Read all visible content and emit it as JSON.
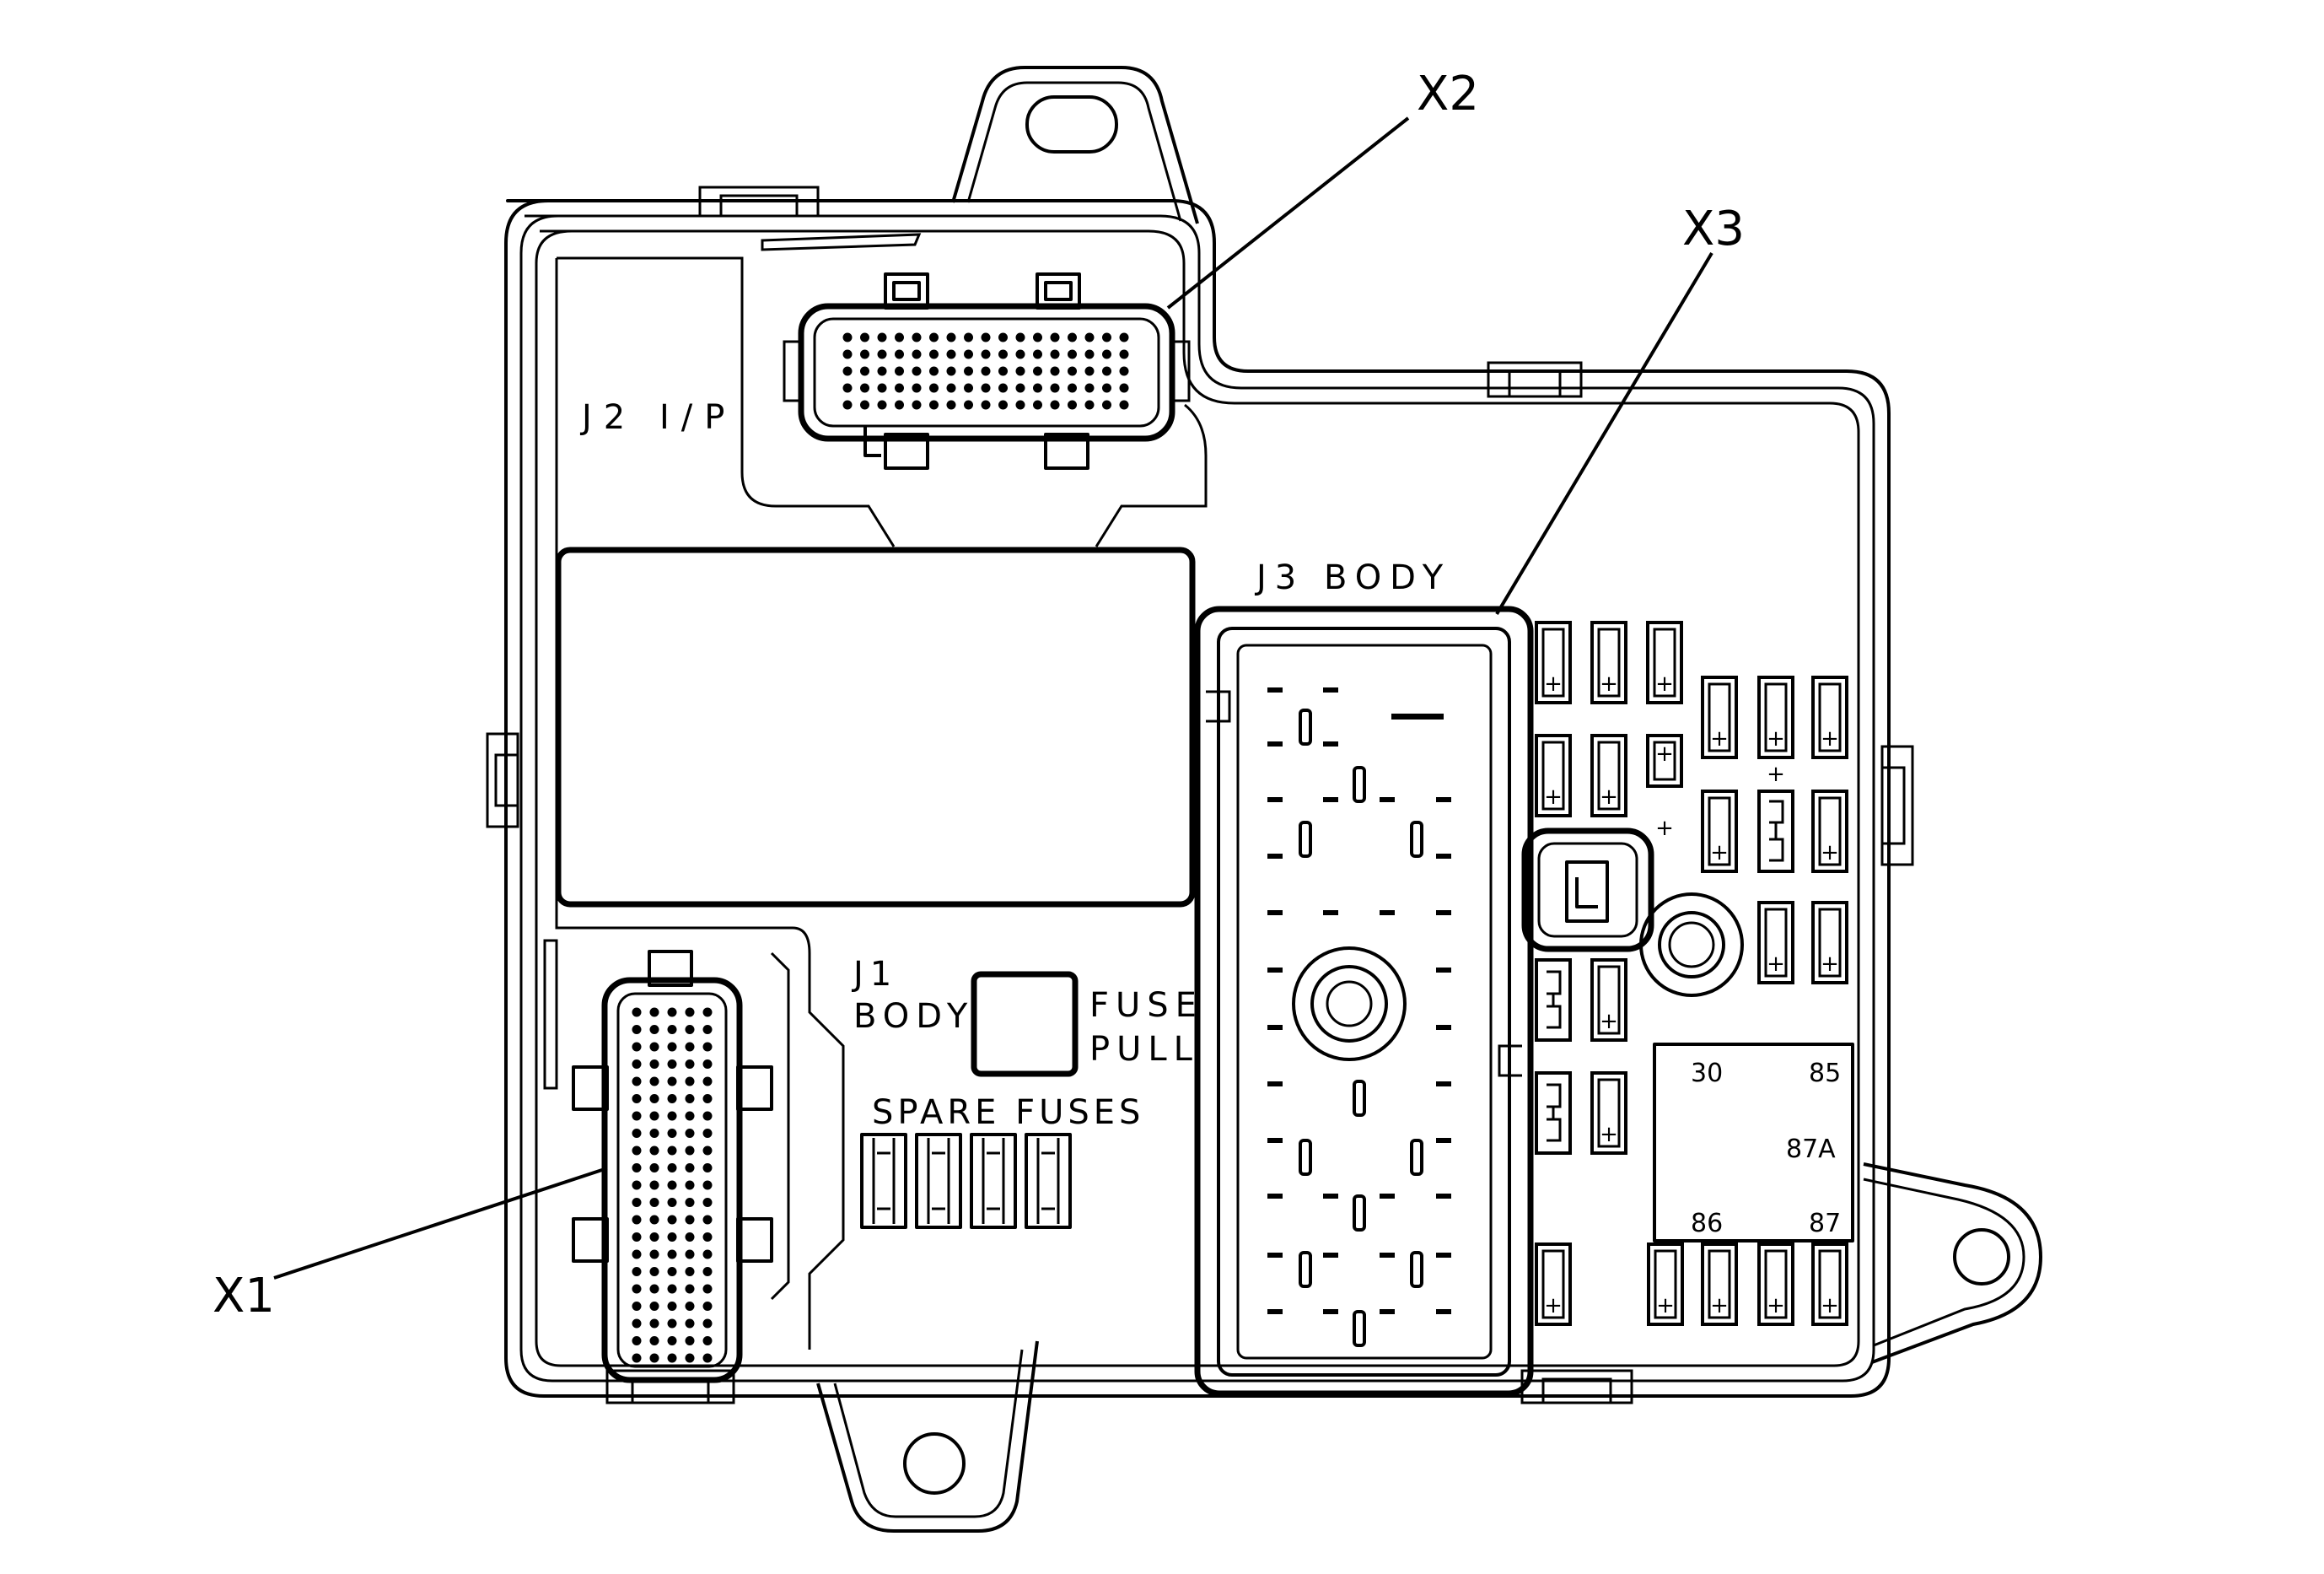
{
  "callouts": {
    "x1": "X1",
    "x2": "X2",
    "x3": "X3"
  },
  "connectors": {
    "j2": "J2 I/P",
    "j3": "J3 BODY",
    "j1_line1": "J1",
    "j1_line2": "BODY"
  },
  "fuse_pull": {
    "line1": "FUSE",
    "line2": "PULL"
  },
  "spare_fuses": "SPARE FUSES",
  "relay": {
    "t30": "30",
    "t85": "85",
    "t87a": "87A",
    "t86": "86",
    "t87": "87"
  },
  "polarity_symbol": "+",
  "colors": {
    "line": "#000000",
    "background": "#ffffff"
  }
}
